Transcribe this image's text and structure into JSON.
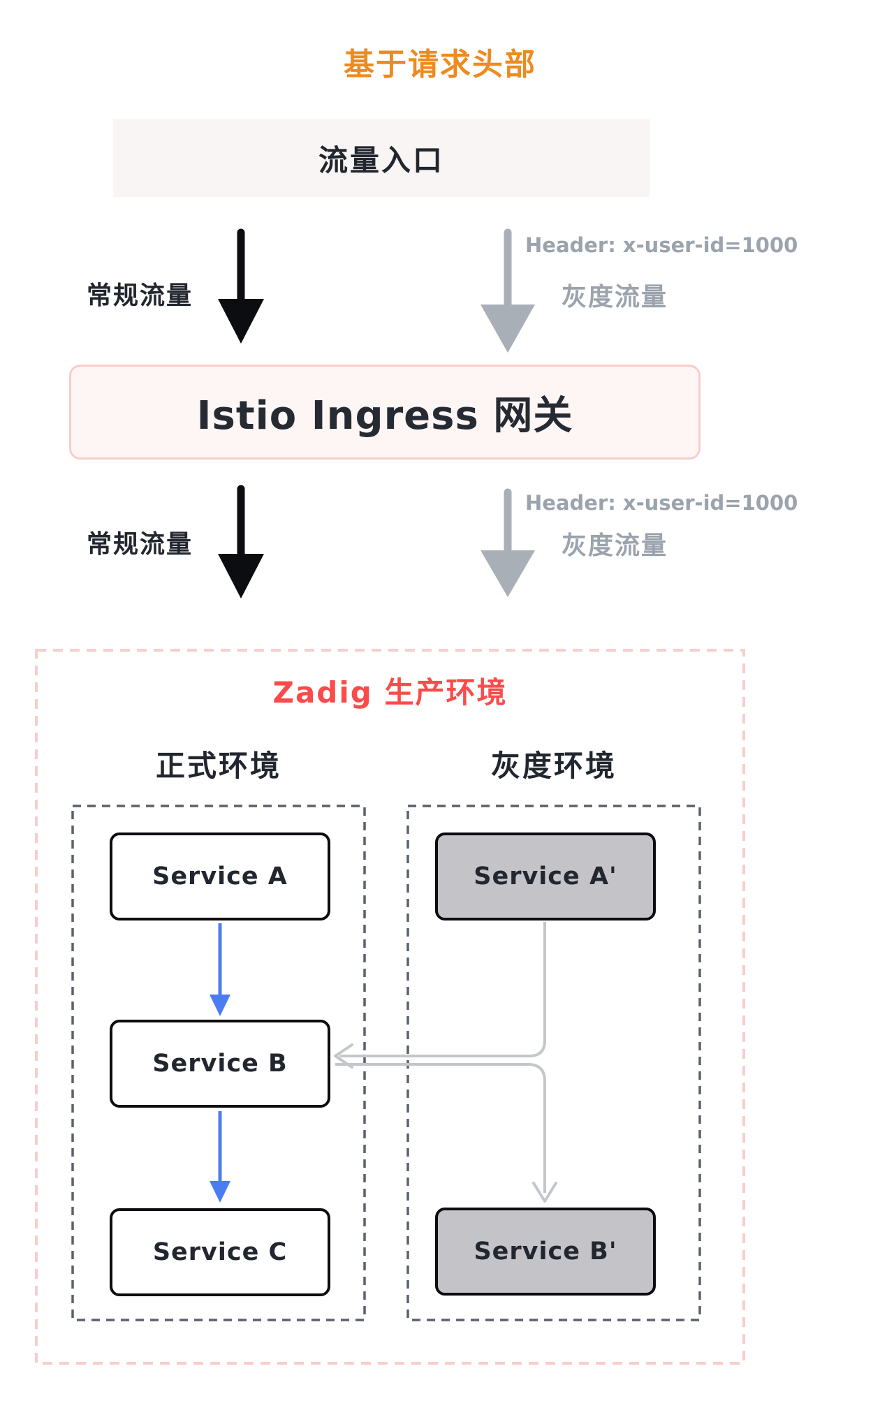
{
  "page": {
    "title": "基于请求头部"
  },
  "flow": {
    "entry_label": "流量入口",
    "gateway_label": "Istio Ingress 网关",
    "normal_traffic_label": "常规流量",
    "gray_traffic_label": "灰度流量",
    "header_label": "Header: x-user-id=1000"
  },
  "zadig": {
    "title": "Zadig 生产环境",
    "prod_env_label": "正式环境",
    "gray_env_label": "灰度环境",
    "prod_services": [
      "Service A",
      "Service B",
      "Service C"
    ],
    "gray_services": [
      "Service A'",
      "Service B'"
    ]
  },
  "colors": {
    "orange": "#EE8A1F",
    "red": "#FA4B4B",
    "pink-border": "#F8CDCB",
    "pink-bg": "#FEF6F4",
    "entry-bg": "#F8F5F4",
    "dark": "#22262E",
    "near-black": "#0C0D10",
    "gray-arrow": "#A9AFB7",
    "gray-text": "#9BA3AC",
    "gray-line": "#C3C7CB",
    "gray-box": "#C4C4C8",
    "inner-dash": "#5A616B",
    "blue": "#4C7CF2"
  }
}
